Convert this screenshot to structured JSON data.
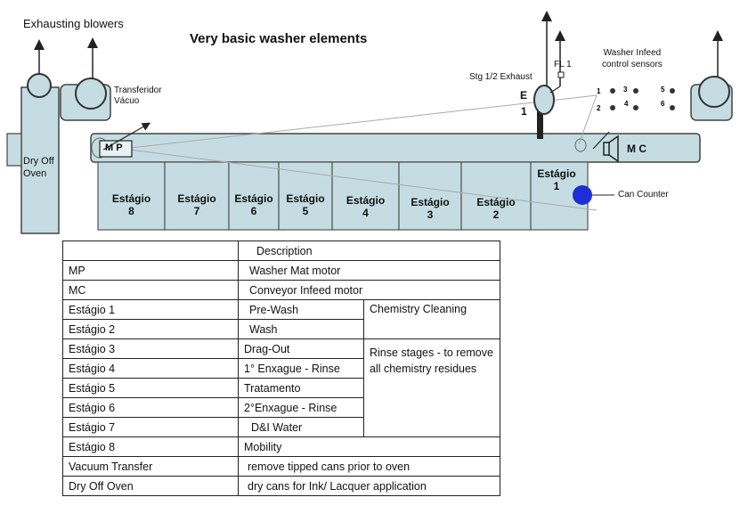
{
  "title": "Very basic washer elements",
  "labels": {
    "exhausting_blowers": "Exhausting blowers",
    "transferidor_line1": "Transferidor",
    "transferidor_line2": "Vácuo",
    "dry_off_line1": "Dry Off",
    "dry_off_line2": "Oven",
    "stg_exhaust": "Stg 1/2 Exhaust",
    "fl1": "FL 1",
    "e": "E",
    "one": "1",
    "washer_infeed_line1": "Washer Infeed",
    "washer_infeed_line2": "control sensors",
    "mp": "M P",
    "mc": "M C",
    "can_counter": "Can Counter"
  },
  "sensors": [
    "1",
    "3",
    "5",
    "2",
    "4",
    "6"
  ],
  "stages": [
    {
      "line1": "Estágio",
      "line2": "8"
    },
    {
      "line1": "Estágio",
      "line2": "7"
    },
    {
      "line1": "Estágio",
      "line2": "6"
    },
    {
      "line1": "Estágio",
      "line2": "5"
    },
    {
      "line1": "Estágio",
      "line2": "4"
    },
    {
      "line1": "Estágio",
      "line2": "3"
    },
    {
      "line1": "Estágio",
      "line2": "2"
    },
    {
      "line1": "Estágio",
      "line2": "1"
    }
  ],
  "table": {
    "header": "Description",
    "rows": [
      {
        "code": "MP",
        "desc": "Washer Mat motor"
      },
      {
        "code": "MC",
        "desc": "Conveyor Infeed motor"
      },
      {
        "code": "Estágio 1",
        "desc": "Pre-Wash"
      },
      {
        "code": "Estágio 2",
        "desc": "Wash"
      },
      {
        "code": "Estágio 3",
        "desc": "Drag-Out"
      },
      {
        "code": "Estágio 4",
        "desc": "1° Enxague - Rinse"
      },
      {
        "code": "Estágio 5",
        "desc": "Tratamento"
      },
      {
        "code": "Estágio 6",
        "desc": "2°Enxague  - Rinse"
      },
      {
        "code": "Estágio 7",
        "desc": "D&I Water"
      },
      {
        "code": "Estágio 8",
        "desc": "Mobility"
      },
      {
        "code": "Vacuum Transfer",
        "desc": "remove tipped cans prior to oven"
      },
      {
        "code": "Dry Off Oven",
        "desc": "dry cans for Ink/ Lacquer application"
      }
    ],
    "group_chemistry": "Chemistry Cleaning",
    "group_rinse": "Rinse stages - to remove all chemistry residues"
  },
  "colors": {
    "equipment_fill": "#c5dde2",
    "stroke": "#333333",
    "can_counter": "#1c2fd6"
  }
}
